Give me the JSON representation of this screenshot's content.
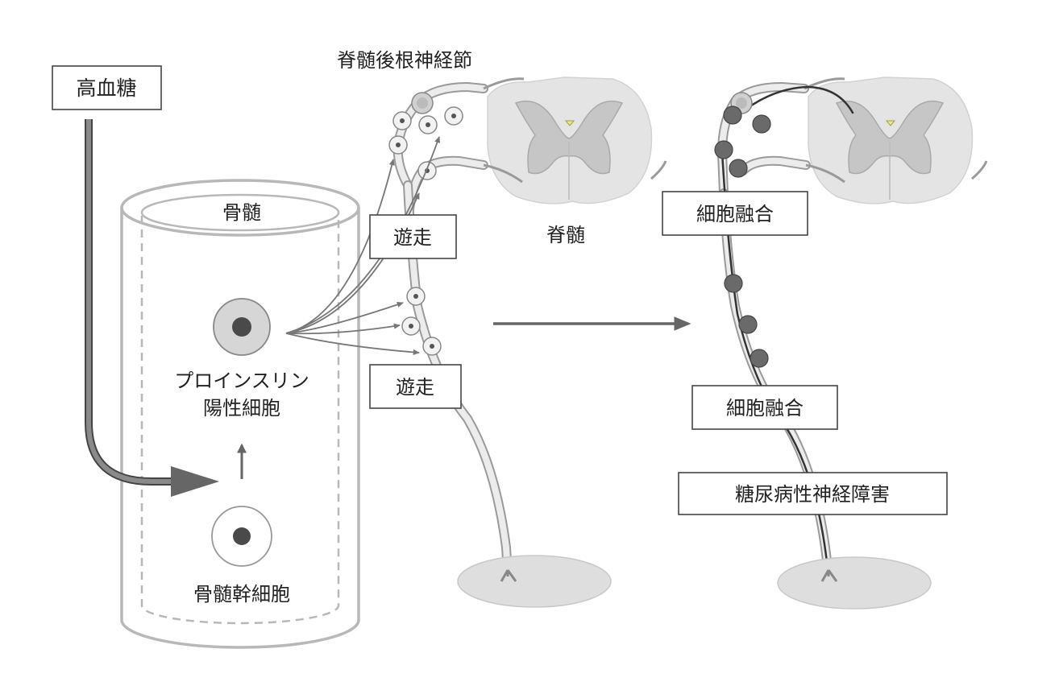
{
  "labels": {
    "high_glucose": "高血糖",
    "bone_marrow": "骨髄",
    "proinsulin_cell_line1": "プロインスリン",
    "proinsulin_cell_line2": "陽性細胞",
    "bm_stem_cell": "骨髄幹細胞",
    "drg": "脊髄後根神経節",
    "spinal_cord": "脊髄",
    "migration_upper": "遊走",
    "migration_lower": "遊走",
    "cell_fusion_upper": "細胞融合",
    "cell_fusion_lower": "細胞融合",
    "diabetic_neuropathy": "糖尿病性神経障害"
  },
  "colors": {
    "fused_cell": "#6a6a6a",
    "cell_nucleus": "#4a4a4a",
    "spinal_white_matter": "#e4e4e4",
    "spinal_gray_matter": "#c6c6c6",
    "central_canal": "#e8e890",
    "bone_marrow_outline": "#b8b8b8",
    "arrow": "#666666"
  }
}
